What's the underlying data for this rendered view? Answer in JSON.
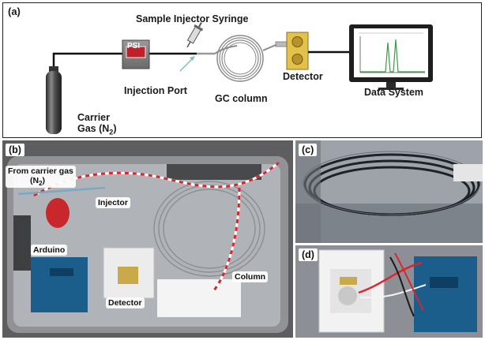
{
  "panel_a": {
    "tag": "(a)",
    "labels": {
      "syringe": "Sample Injector Syringe",
      "psi": "PSI",
      "injection_port": "Injection Port",
      "gc_column": "GC column",
      "detector": "Detector",
      "data_system": "Data System",
      "carrier_line1": "Carrier",
      "carrier_line2": "Gas (N",
      "carrier_sub": "2",
      "carrier_end": ")"
    }
  },
  "panel_b": {
    "tag": "(b)",
    "labels": {
      "from_carrier_line1": "From carrier gas",
      "from_carrier_line2": "(N",
      "from_carrier_sub": "2",
      "from_carrier_end": ")",
      "injector": "Injector",
      "arduino": "Arduino",
      "detector": "Detector",
      "column": "Column"
    }
  },
  "panel_c": {
    "tag": "(c)"
  },
  "panel_d": {
    "tag": "(d)"
  },
  "colors": {
    "psi_red": "#c0202a",
    "detector_yellow": "#e3c24a",
    "peak_green": "#3a9a4a",
    "wire_red": "#d8262c"
  }
}
